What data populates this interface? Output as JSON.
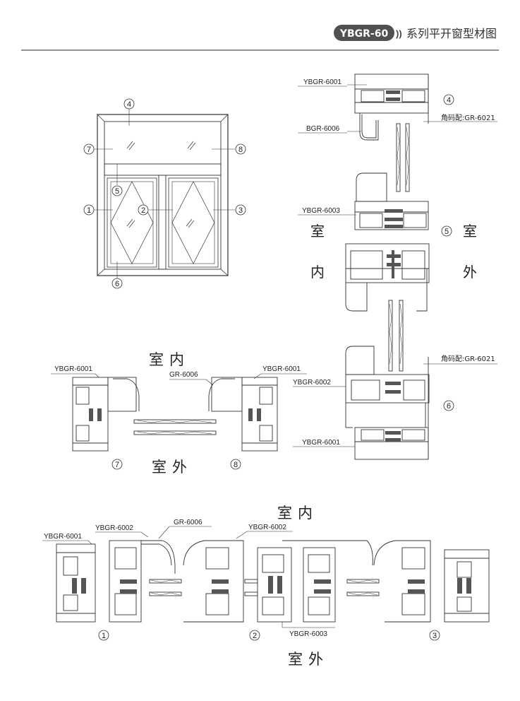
{
  "header": {
    "series_badge": "YBGR-60",
    "chevrons": "))",
    "title": "系列平开窗型材图"
  },
  "labels": {
    "indoor": "室内",
    "indoor_1": "室",
    "indoor_2": "内",
    "outdoor": "室外",
    "outdoor_1": "室",
    "outdoor_2": "外"
  },
  "elevation": {
    "callouts": [
      "4",
      "7",
      "8",
      "5",
      "1",
      "2",
      "3",
      "6"
    ]
  },
  "vertical_section": {
    "parts": [
      "YBGR-6001",
      "BGR-6006",
      "YBGR-6003",
      "YBGR-6002",
      "YBGR-6001"
    ],
    "corner_notes": [
      "角码配:GR-6021",
      "角码配:GR-6021"
    ],
    "callouts": [
      "4",
      "5",
      "6"
    ]
  },
  "side_section": {
    "parts": [
      "YBGR-6001",
      "GR-6006",
      "YBGR-6001"
    ],
    "callouts": [
      "7",
      "8"
    ]
  },
  "bottom_section": {
    "parts": [
      "YBGR-6001",
      "YBGR-6002",
      "GR-6006",
      "YBGR-6002",
      "YBGR-6003"
    ],
    "callouts": [
      "1",
      "2",
      "3"
    ]
  },
  "colors": {
    "badge_fill": "#505050",
    "badge_text": "#ffffff",
    "line": "#333333",
    "gasket": "#555555",
    "rule": "#555555"
  }
}
